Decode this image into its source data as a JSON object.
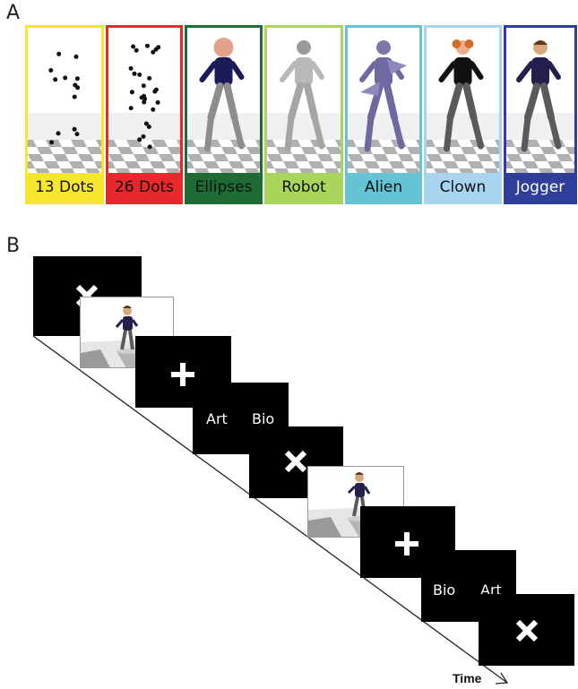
{
  "panel_a": {
    "letter": "A",
    "conditions": [
      {
        "label": "13 Dots",
        "color": "#f7e52e",
        "text_color": "#111"
      },
      {
        "label": "26 Dots",
        "color": "#e8282a",
        "text_color": "#111"
      },
      {
        "label": "Ellipses",
        "color": "#1f6b35",
        "text_color": "#111"
      },
      {
        "label": "Robot",
        "color": "#a9d55a",
        "text_color": "#111"
      },
      {
        "label": "Alien",
        "color": "#64c4d6",
        "text_color": "#111"
      },
      {
        "label": "Clown",
        "color": "#a8d4ef",
        "text_color": "#111"
      },
      {
        "label": "Jogger",
        "color": "#2e3e9a",
        "text_color": "#ffffff"
      }
    ]
  },
  "panel_b": {
    "letter": "B",
    "trial1": {
      "left_option": "Art",
      "right_option": "Bio"
    },
    "trial2": {
      "left_option": "Bio",
      "right_option": "Art"
    },
    "time_label": "Time"
  },
  "colors": {
    "frame_black": "#000000",
    "symbol_white": "#ffffff",
    "figure_navy": "#23204d",
    "figure_grey": "#5a5a5a"
  }
}
